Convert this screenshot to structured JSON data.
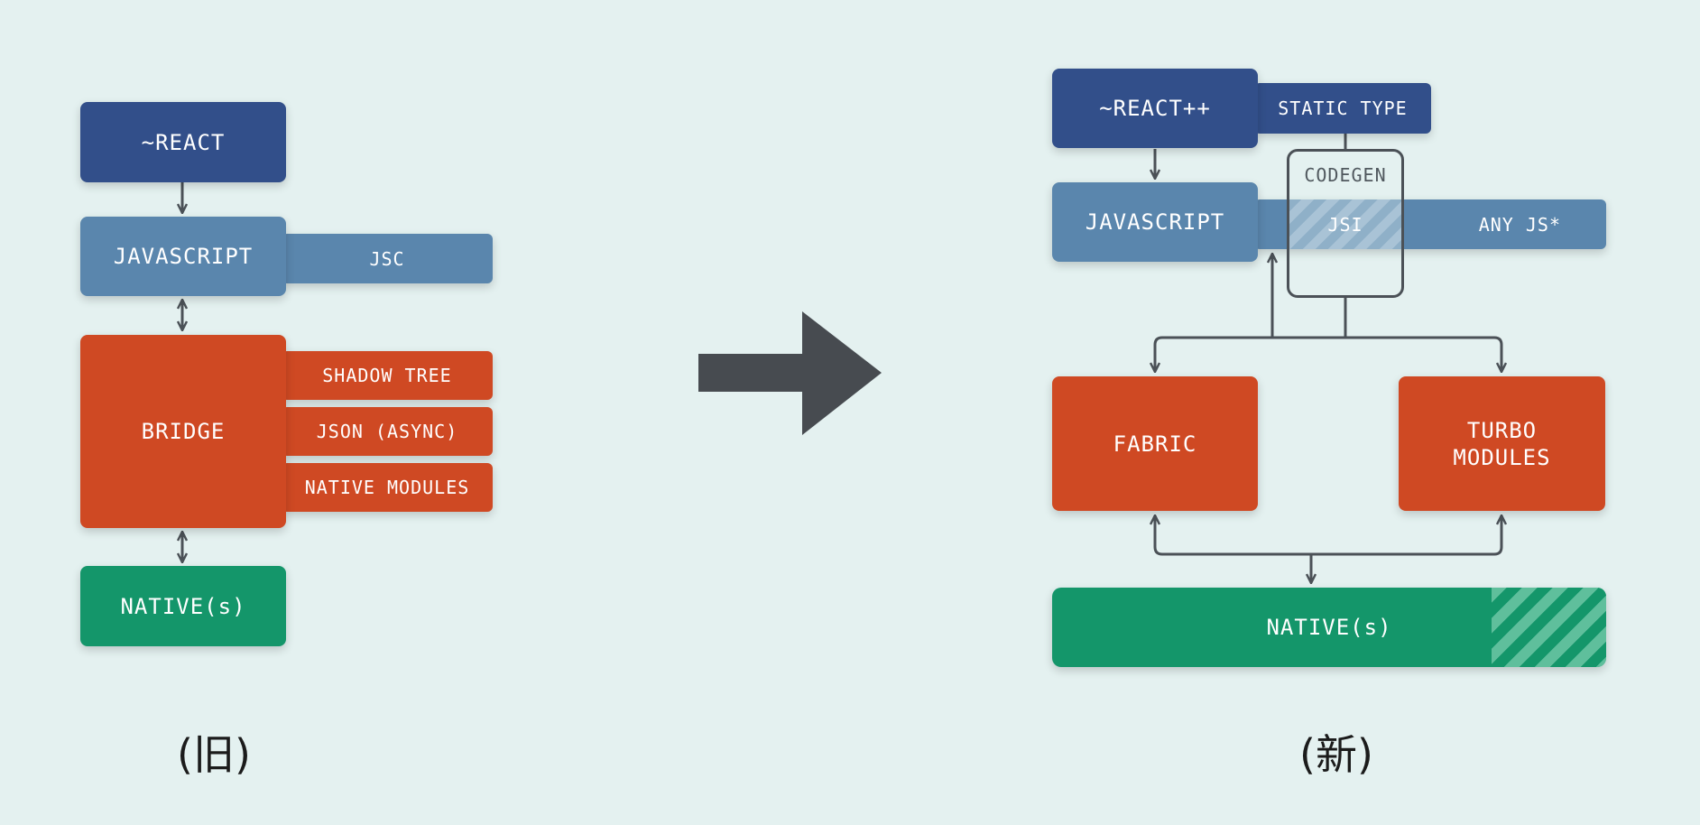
{
  "old": {
    "react": "~REACT",
    "javascript": "JAVASCRIPT",
    "jsc": "JSC",
    "bridge": "BRIDGE",
    "shadow_tree": "SHADOW TREE",
    "json_async": "JSON (ASYNC)",
    "native_modules": "NATIVE MODULES",
    "native": "NATIVE(s)",
    "caption": "(旧)"
  },
  "new": {
    "react": "~REACT++",
    "static_type": "STATIC TYPE",
    "codegen": "CODEGEN",
    "javascript": "JAVASCRIPT",
    "jsi": "JSI",
    "any_js": "ANY JS*",
    "fabric": "FABRIC",
    "turbo_modules_line1": "TURBO",
    "turbo_modules_line2": "MODULES",
    "native": "NATIVE(s)",
    "caption": "(新)"
  },
  "colors": {
    "background": "#e4f1f0",
    "navy": "#324f8a",
    "steel": "#5a86ad",
    "red": "#cf4923",
    "green": "#14966a",
    "connector": "#4b5157"
  }
}
